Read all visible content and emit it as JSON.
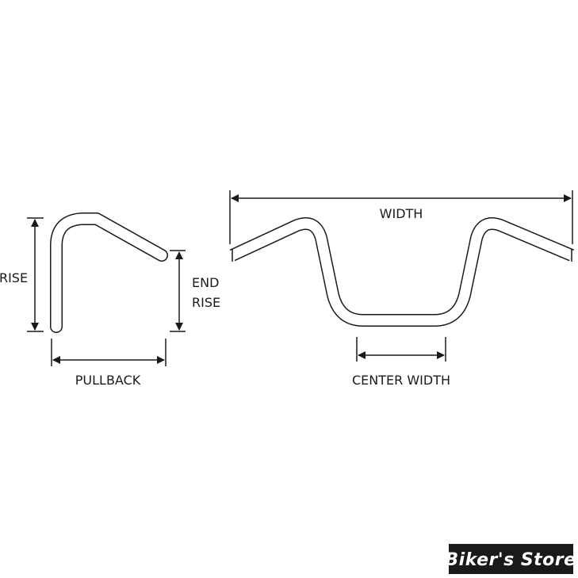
{
  "labels": {
    "rise": "RISE",
    "end_rise_line1": "END",
    "end_rise_line2": "RISE",
    "pullback": "PULLBACK",
    "width": "WIDTH",
    "center_width": "CENTER WIDTH"
  },
  "watermark": {
    "text": "Biker's Store"
  },
  "colors": {
    "line": "#1a1a1a",
    "tube_fill": "#ffffff",
    "badge_bg": "#1a1a1a",
    "badge_text": "#ffffff"
  }
}
